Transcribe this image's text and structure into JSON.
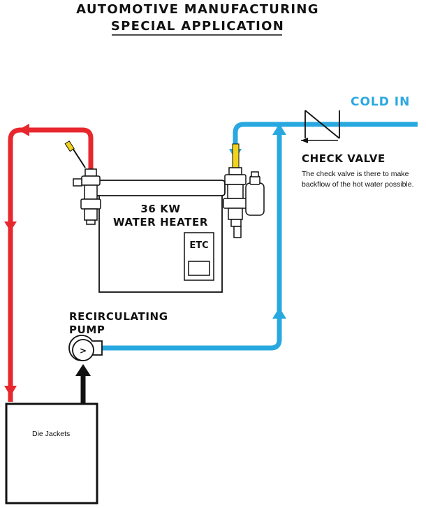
{
  "title": {
    "line1": "AUTOMOTIVE MANUFACTURING",
    "line2": "SPECIAL APPLICATION"
  },
  "labels": {
    "cold_in": "COLD IN",
    "check_valve": "CHECK VALVE",
    "check_valve_note_line1": "The check valve is there to make",
    "check_valve_note_line2": "backflow of the hot water possible.",
    "heater_line1": "36 KW",
    "heater_line2": "WATER HEATER",
    "heater_brand": "ETC",
    "pump_line1": "RECIRCULATING",
    "pump_line2": "PUMP",
    "die_jackets": "Die Jackets"
  },
  "colors": {
    "hot": "#e8262d",
    "cold": "#29a8e0",
    "ink": "#111111",
    "valve_handle": "#f2d21a"
  }
}
